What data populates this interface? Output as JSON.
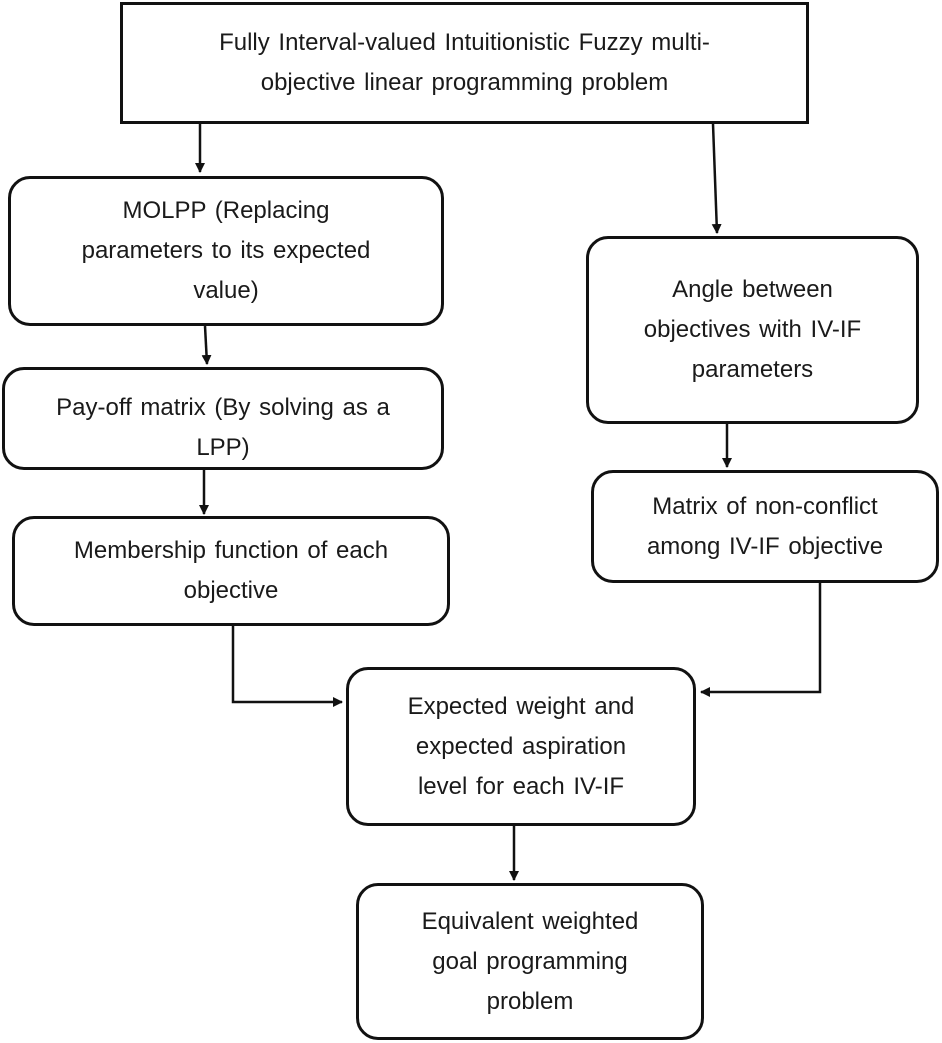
{
  "nodes": {
    "root": {
      "lines": [
        "Fully Interval-valued Intuitionistic Fuzzy multi-",
        "objective linear programming problem"
      ]
    },
    "molpp": {
      "lines": [
        "MOLPP (Replacing",
        "parameters to its expected",
        "value)"
      ]
    },
    "payoff": {
      "lines": [
        "Pay-off matrix (By solving as a",
        "LPP)"
      ]
    },
    "membership": {
      "lines": [
        "Membership function of each",
        "objective"
      ]
    },
    "angle": {
      "lines": [
        "Angle between",
        "objectives with IV-IF",
        "parameters"
      ]
    },
    "matrix": {
      "lines": [
        "Matrix of non-conflict",
        "among IV-IF objective"
      ]
    },
    "expected": {
      "lines": [
        "Expected weight and",
        "expected aspiration",
        "level for each IV-IF"
      ]
    },
    "equivalent": {
      "lines": [
        "Equivalent weighted",
        "goal programming",
        "problem"
      ]
    }
  },
  "edges": [
    {
      "from": "root",
      "to": "molpp"
    },
    {
      "from": "root",
      "to": "angle"
    },
    {
      "from": "molpp",
      "to": "payoff"
    },
    {
      "from": "payoff",
      "to": "membership"
    },
    {
      "from": "angle",
      "to": "matrix"
    },
    {
      "from": "membership",
      "to": "expected"
    },
    {
      "from": "matrix",
      "to": "expected"
    },
    {
      "from": "expected",
      "to": "equivalent"
    }
  ]
}
